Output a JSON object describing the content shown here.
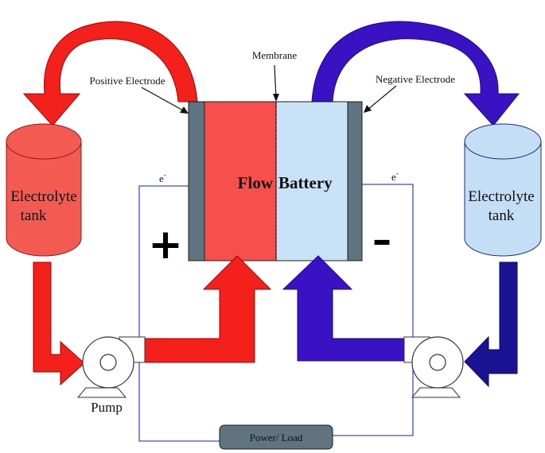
{
  "diagram": {
    "title_left": "Flow",
    "title_right": "Battery",
    "labels": {
      "membrane": "Membrane",
      "positive_electrode": "Positive Electrode",
      "negative_electrode": "Negative Electrode",
      "electron_left": "e",
      "electron_right": "e",
      "electron_sup": "-",
      "plus": "+",
      "minus": "–",
      "pump": "Pump",
      "power_load": "Power/ Load"
    },
    "left_tank": {
      "line1": "Electrolyte",
      "line2": "tank"
    },
    "right_tank": {
      "line1": "Electrolyte",
      "line2": "tank"
    },
    "colors": {
      "red_flow": "#f4201c",
      "red_tank": "#f25a52",
      "red_cell": "#f7504c",
      "blue_flow": "#3a12c4",
      "blue_dark": "#1a1495",
      "blue_tank": "#c4def6",
      "blue_cell": "#c8e2f8",
      "electrode": "#5f7381",
      "wire": "#3a4fd0"
    }
  }
}
